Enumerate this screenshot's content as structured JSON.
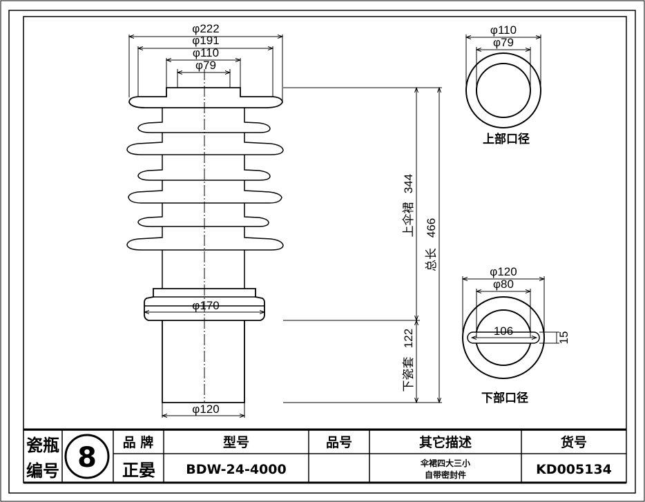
{
  "main_view": {
    "dims": {
      "top_d222": "φ222",
      "top_d191": "φ191",
      "top_d110": "φ110",
      "top_d79": "φ79",
      "flange_d170": "φ170",
      "bottom_d120": "φ120",
      "upper_shed_length": "344",
      "upper_shed_label": "上伞裙",
      "total_length": "466",
      "total_label": "总长",
      "lower_sleeve_length": "122",
      "lower_sleeve_label": "下瓷套"
    }
  },
  "top_view": {
    "caption": "上部口径",
    "d_outer": "φ110",
    "d_inner": "φ79"
  },
  "bottom_view": {
    "caption": "下部口径",
    "d_outer": "φ120",
    "d_inner": "φ80",
    "slot_span": "106",
    "slot_width": "15"
  },
  "table": {
    "label_line1": "瓷瓶",
    "label_line2": "编号",
    "number": "8",
    "headers": [
      "品 牌",
      "型号",
      "品号",
      "其它描述",
      "货号"
    ],
    "brand": "正晏",
    "model": "BDW-24-4000",
    "item_no": "",
    "description_line1": "伞裙四大三小",
    "description_line2": "自带密封件",
    "sku": "KD005134"
  },
  "colors": {
    "line": "#000000",
    "background": "#ffffff",
    "frame_fill": "#d9d9d9"
  }
}
